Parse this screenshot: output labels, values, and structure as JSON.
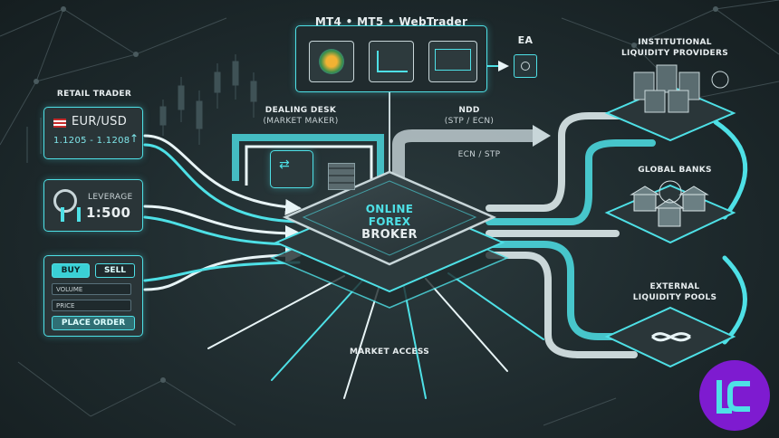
{
  "platforms": {
    "title": "MT4 • MT5 • WebTrader",
    "ea": "EA"
  },
  "retail": {
    "title": "RETAIL TRADER",
    "pair": "EUR/USD",
    "quote": "1.1205 - 1.1208",
    "leverage_label": "LEVERAGE",
    "leverage_value": "1:500",
    "buy": "BUY",
    "sell": "SELL",
    "volume": "VOLUME",
    "price": "PRICE",
    "place_order": "PLACE ORDER"
  },
  "dealing_desk": {
    "line1": "DEALING DESK",
    "line2": "(MARKET MAKER)"
  },
  "ndd": {
    "line1": "NDD",
    "line2": "(STP / ECN)",
    "ecn": "ECN / STP"
  },
  "broker": {
    "line1": "ONLINE",
    "line2": "FOREX",
    "line3": "BROKER"
  },
  "market_access": "MARKET ACCESS",
  "right": {
    "institutional1": "INSTITUTIONAL",
    "institutional2": "LIQUIDITY PROVIDERS",
    "banks": "GLOBAL BANKS",
    "external1": "EXTERNAL",
    "external2": "LIQUIDITY POOLS"
  },
  "colors": {
    "accent": "#4ee0e6",
    "background": "#1e2a2d",
    "logo": "#7e1bd0"
  }
}
